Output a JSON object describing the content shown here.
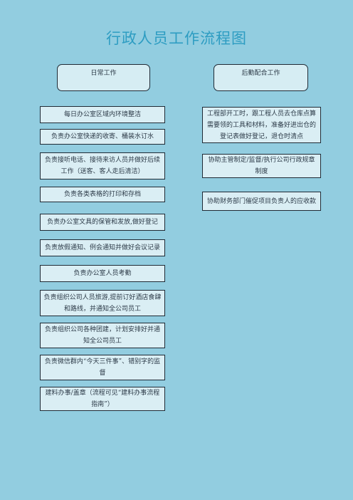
{
  "title": "行政人员工作流程图",
  "headers": {
    "left": "日常工作",
    "right": "后勤配合工作"
  },
  "left_items": [
    "每日办公室区域内环境整洁",
    "负责办公室快递的收寄、桶装水订水",
    "负责接听电话、接待来访人员并做好后续工作（送客、客人走后清洁）",
    "负责各类表格的打印和存档",
    "负责办公室文具的保管和发放,做好登记",
    "负责放假通知、例会通知并做好会议记录",
    "负责办公室人员考勤",
    "负责组织公司人员旅游,提前订好酒店食肆和路线，并通知全公司员工",
    "负责组织公司各种团建，计划安排好并通知全公司员工",
    "负责微信群内“今天三件事”、错别字的监督",
    "建料办事/盖章（流程可见“建料办事流程指南”）"
  ],
  "right_items": [
    "工程部开工时，跟工程人员去仓库点算需要领的工具和材料，准备好进出仓的登记表做好登记，退仓时清点",
    "协助主管制定/监督/执行公司行政规章制度",
    "协助财务部门催促项目负责人的应收款"
  ]
}
